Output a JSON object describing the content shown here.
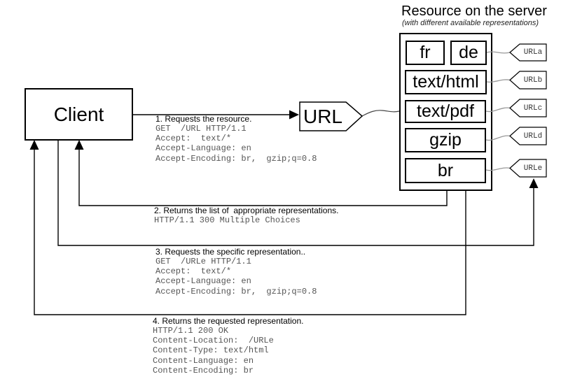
{
  "colors": {
    "line": "#000000",
    "connector": "#999999",
    "label_text": "#000000",
    "mono_text": "#555555"
  },
  "client": {
    "label": "Client"
  },
  "url_node": {
    "label": "URL"
  },
  "server_panel": {
    "title": "Resource on the server",
    "subtitle": "(with different available representations)",
    "rows": [
      {
        "boxes": [
          "fr",
          "de"
        ],
        "tag": "URLa"
      },
      {
        "boxes": [
          "text/html"
        ],
        "tag": "URLb"
      },
      {
        "boxes": [
          "text/pdf"
        ],
        "tag": "URLc"
      },
      {
        "boxes": [
          "gzip"
        ],
        "tag": "URLd"
      },
      {
        "boxes": [
          "br"
        ],
        "tag": "URLe"
      }
    ]
  },
  "steps": [
    {
      "label": "1. Requests the resource.",
      "lines": [
        "GET  /URL HTTP/1.1",
        "Accept:  text/*",
        "Accept-Language: en",
        "Accept-Encoding: br,  gzip;q=0.8"
      ]
    },
    {
      "label": "2. Returns the list of  appropriate representations.",
      "lines": [
        "HTTP/1.1 300 Multiple Choices"
      ]
    },
    {
      "label": "3. Requests the specific representation..",
      "lines": [
        "GET  /URLe HTTP/1.1",
        "Accept:  text/*",
        "Accept-Language: en",
        "Accept-Encoding: br,  gzip;q=0.8"
      ]
    },
    {
      "label": "4. Returns the requested representation.",
      "lines": [
        "HTTP/1.1 200 OK",
        "Content-Location:  /URLe",
        "Content-Type: text/html",
        "Content-Language: en",
        "Content-Encoding: br"
      ]
    }
  ]
}
